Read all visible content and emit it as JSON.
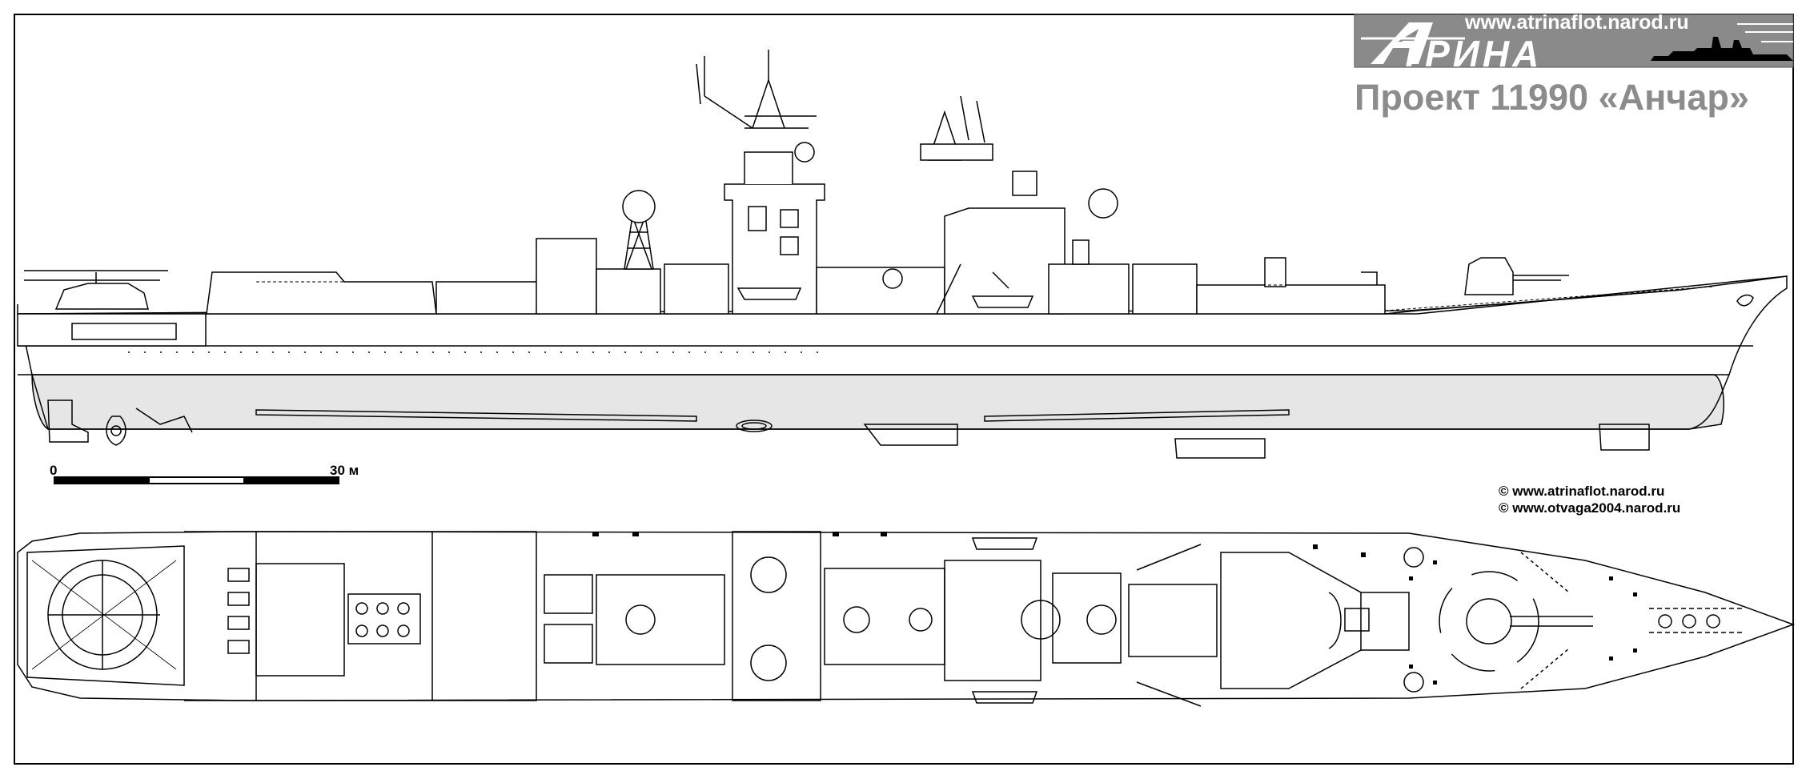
{
  "logo": {
    "url": "www.atrinaflot.narod.ru",
    "wordmark": "ТРИНА",
    "icon": "warship-silhouette-icon"
  },
  "title": "Проект 11990 «Анчар»",
  "scale": {
    "start_label": "0",
    "end_label": "30 м"
  },
  "credits": [
    "© www.atrinaflot.narod.ru",
    "© www.otvaga2004.narod.ru"
  ],
  "colors": {
    "line": "#000000",
    "hull_lower": "#e6e6e6",
    "logo_bg": "#8a8a8a",
    "title": "#8c8c8c"
  }
}
